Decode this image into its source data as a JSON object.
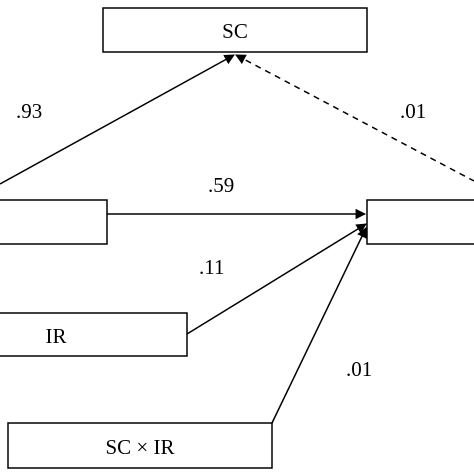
{
  "nodes": {
    "sc": {
      "label": "SC"
    },
    "left_predictor": {
      "label": ""
    },
    "ir": {
      "label": "IR"
    },
    "interaction": {
      "label": "SC × IR"
    },
    "outcome": {
      "label": ""
    }
  },
  "paths": {
    "left_to_sc": {
      "coefficient": ".93",
      "style": "solid"
    },
    "sc_to_outcome": {
      "coefficient": ".01",
      "style": "dashed"
    },
    "left_to_outcome": {
      "coefficient": ".59",
      "style": "solid"
    },
    "ir_to_outcome": {
      "coefficient": ".11",
      "style": "solid"
    },
    "interaction_to_outcome": {
      "coefficient": ".01",
      "style": "solid"
    }
  }
}
